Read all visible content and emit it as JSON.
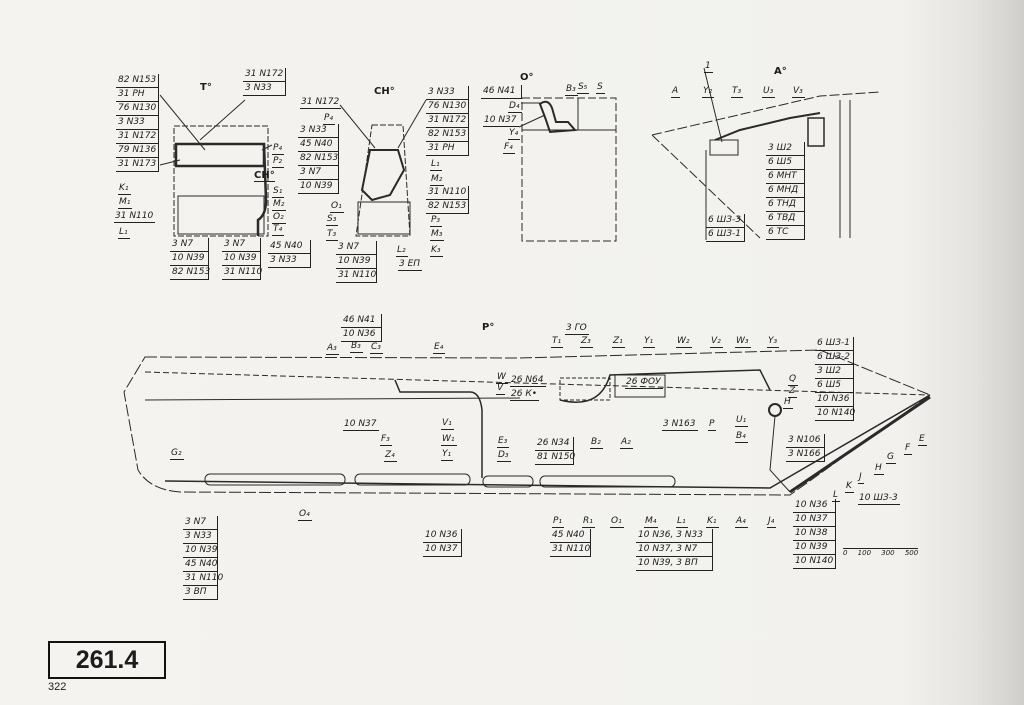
{
  "page": {
    "number": "322",
    "figure": "261.4"
  },
  "views": {
    "t": "Т°",
    "ch": "СН°",
    "ch_ref": "СН°",
    "o": "О°",
    "a": "А°",
    "p": "Р°"
  },
  "scale_label": "0 100 300 500",
  "labels": [
    "K₁",
    "M₁",
    "31 N110",
    "L₁",
    "P₄",
    "P₂",
    "S₁",
    "M₂",
    "O₂",
    "T₄",
    "31 N172",
    "P₄",
    "O₁",
    "S₃",
    "T₃",
    "L₂",
    "3 ЕП",
    "L₁",
    "M₂",
    "P₃",
    "M₃",
    "K₃",
    "D₄",
    "10 N37",
    "Y₄",
    "F₄",
    "B₃",
    "S₅",
    "S",
    "1",
    "A",
    "Y₂",
    "T₃",
    "U₃",
    "V₃",
    "A₃",
    "B₃",
    "C₃",
    "E₄",
    "10 N37",
    "F₃",
    "Z₄",
    "V₁",
    "W₁",
    "Y₁",
    "W",
    "V",
    "E₃",
    "D₃",
    "G₂",
    "O₄",
    "26 N64",
    "26 К•",
    "B₂",
    "A₂",
    "3 ГО",
    "T₁",
    "Z₃",
    "Z₁",
    "Y₁",
    "W₂",
    "V₂",
    "W₃",
    "Y₃",
    "26 ФОУ",
    "3 N163",
    "P",
    "U₁",
    "B₄",
    "Q",
    "Z",
    "H",
    "P₁",
    "R₁",
    "O₁",
    "M₄",
    "L₁",
    "K₁",
    "A₄",
    "J₄",
    "E",
    "F",
    "G",
    "H",
    "J",
    "K",
    "L",
    "10 ШЗ-3"
  ],
  "stacks": [
    [
      "82 N153",
      "31 РН",
      "76 N130",
      "3 N33",
      "31 N172",
      "79 N136",
      "31 N173"
    ],
    [
      "31 N172",
      "3 N33"
    ],
    [
      "45 N40",
      "3 N33"
    ],
    [
      "3 N7",
      "10 N39",
      "82 N153"
    ],
    [
      "3 N7",
      "10 N39",
      "31 N110"
    ],
    [
      "3 N33",
      "45 N40",
      "82 N153",
      "3 N7",
      "10 N39"
    ],
    [
      "3 N7",
      "10 N39",
      "31 N110"
    ],
    [
      "3 N33",
      "76 N130",
      "31 N172",
      "82 N153",
      "31 РН"
    ],
    [
      "31 N110",
      "82 N153"
    ],
    [
      "46 N41"
    ],
    [
      "3 Ш2",
      "6 Ш5",
      "6 МНТ",
      "6 МНД",
      "6 ТНД",
      "6 ТВД",
      "6 ТС"
    ],
    [
      "6 ШЗ-3",
      "6 ШЗ-1"
    ],
    [
      "46 N41",
      "10 N36"
    ],
    [
      "3 N7",
      "3 N33",
      "10 N39",
      "45 N40",
      "31 N110",
      "3 ВП"
    ],
    [
      "10 N36",
      "10 N37"
    ],
    [
      "26 N34",
      "81 N150"
    ],
    [
      "45 N40",
      "31 N110"
    ],
    [
      "10 N36, 3 N33",
      "10 N37, 3 N7",
      "10 N39, 3 ВП"
    ],
    [
      "6 ШЗ-1",
      "6 ШЗ-2",
      "3 Ш2",
      "6 Ш5",
      "10 N36",
      "10 N140"
    ],
    [
      "3 N106",
      "3 N166"
    ],
    [
      "10 N36",
      "10 N37",
      "10 N38",
      "10 N39",
      "10 N140"
    ]
  ]
}
